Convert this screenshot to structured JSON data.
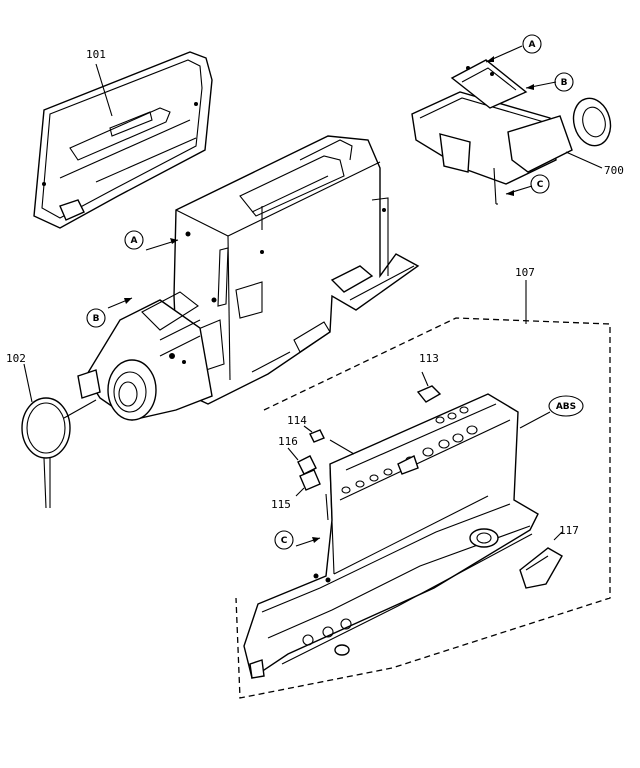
{
  "part_labels": {
    "p101": "101",
    "p102": "102",
    "p107": "107",
    "p113": "113",
    "p114": "114",
    "p115": "115",
    "p116": "116",
    "p117": "117",
    "p700": "700"
  },
  "callouts": {
    "a_top": "A",
    "b_top": "B",
    "c_top": "C",
    "a_left": "A",
    "b_left": "B",
    "c_lower": "C",
    "abs": "ABS"
  }
}
